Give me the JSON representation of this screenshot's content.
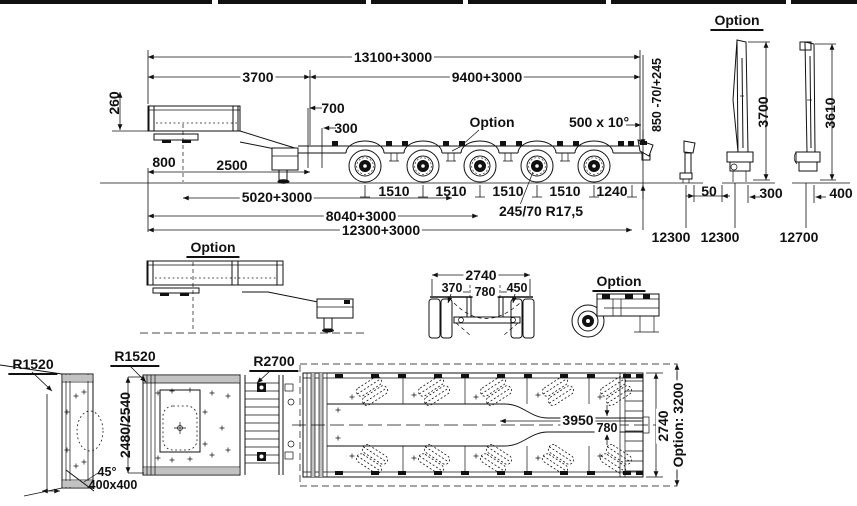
{
  "colors": {
    "line": "#111111",
    "background": "#ffffff"
  },
  "drawing": {
    "side_view": {
      "total_length": "13100+3000",
      "gooseneck_length": "3700",
      "deck_length": "9400+3000",
      "gooseneck_height": "260",
      "dim_700": "700",
      "dim_300": "300",
      "axle_option": "Option",
      "ramp_size": "500 x 10°",
      "loading_height": "850 -70/+245",
      "dim_800": "800",
      "dim_2500": "2500",
      "dim_5020": "5020+3000",
      "axle_pitch": "1510",
      "rear_overhang": "1240",
      "dim_8040": "8040+3000",
      "tyres": "245/70 R17,5",
      "dim_12300": "12300+3000"
    },
    "rear_views": {
      "option": "Option",
      "dim_50": "50",
      "dim_300": "300",
      "dim_400": "400",
      "ramp_3700": "3700",
      "ramp_3610": "3610",
      "len_12300_a": "12300",
      "len_12300_b": "12300",
      "len_12700": "12700"
    },
    "gooseneck_option": {
      "label": "Option"
    },
    "axle_section": {
      "width": "2740",
      "dim_370": "370",
      "dim_780": "780",
      "dim_450": "450"
    },
    "wheel_option": {
      "label": "Option"
    },
    "plan_view": {
      "r_front": "R1520",
      "r_mid": "R1520",
      "r_rear": "R2700",
      "neck_width": "2480/2540",
      "angle": "45°",
      "corner": "400x400",
      "dim_3950": "3950",
      "dim_780": "780",
      "width": "2740",
      "width_option": "Option: 3200"
    }
  }
}
